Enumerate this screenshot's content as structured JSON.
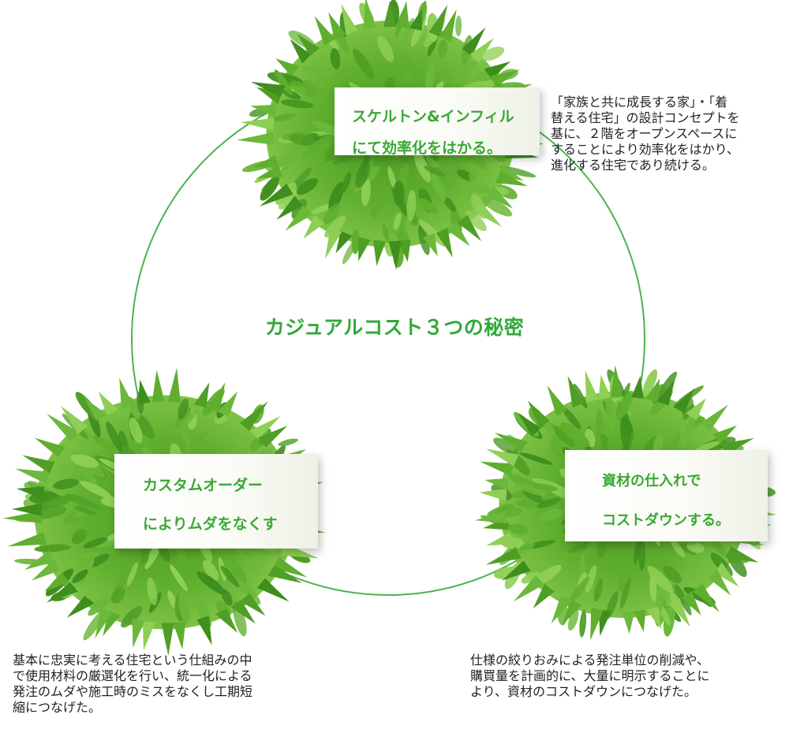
{
  "center_title": "カジュアルコスト３つの秘密",
  "cards": {
    "top": {
      "line1": "スケルトン&インフィル",
      "line2": "にて効率化をはかる。"
    },
    "left": {
      "line1": "カスタムオーダー",
      "line2": "によりムダをなくす"
    },
    "right": {
      "line1": "資材の仕入れで",
      "line2": "コストダウンする。"
    }
  },
  "descriptions": {
    "top": [
      "「家族と共に成長する家」・「着",
      "替える住宅」の設計コンセプトを",
      "基に、２階をオープンスペースに",
      "することにより効率化をはかり、",
      "進化する住宅であり続ける。"
    ],
    "left": [
      "基本に忠実に考える住宅という仕組みの中",
      "で使用材料の厳選化を行い、統一化による",
      "発注のムダや施工時のミスをなくし工期短",
      "縮につなげた。"
    ],
    "right": [
      "仕様の絞りおみによる発注単位の削減や、",
      "購買量を計画的に、大量に明示することに",
      "より、資材のコストダウンにつなげた。"
    ]
  },
  "colors": {
    "accent": "#33a83a",
    "ring": "#4cb34f",
    "foliage_dark": "#3f8f1f",
    "foliage_mid": "#5fae2e",
    "foliage_light": "#8fcf55"
  },
  "icons": {
    "bush_top": "green-bush-icon",
    "bush_left": "green-bush-icon",
    "bush_right": "green-bush-icon"
  }
}
